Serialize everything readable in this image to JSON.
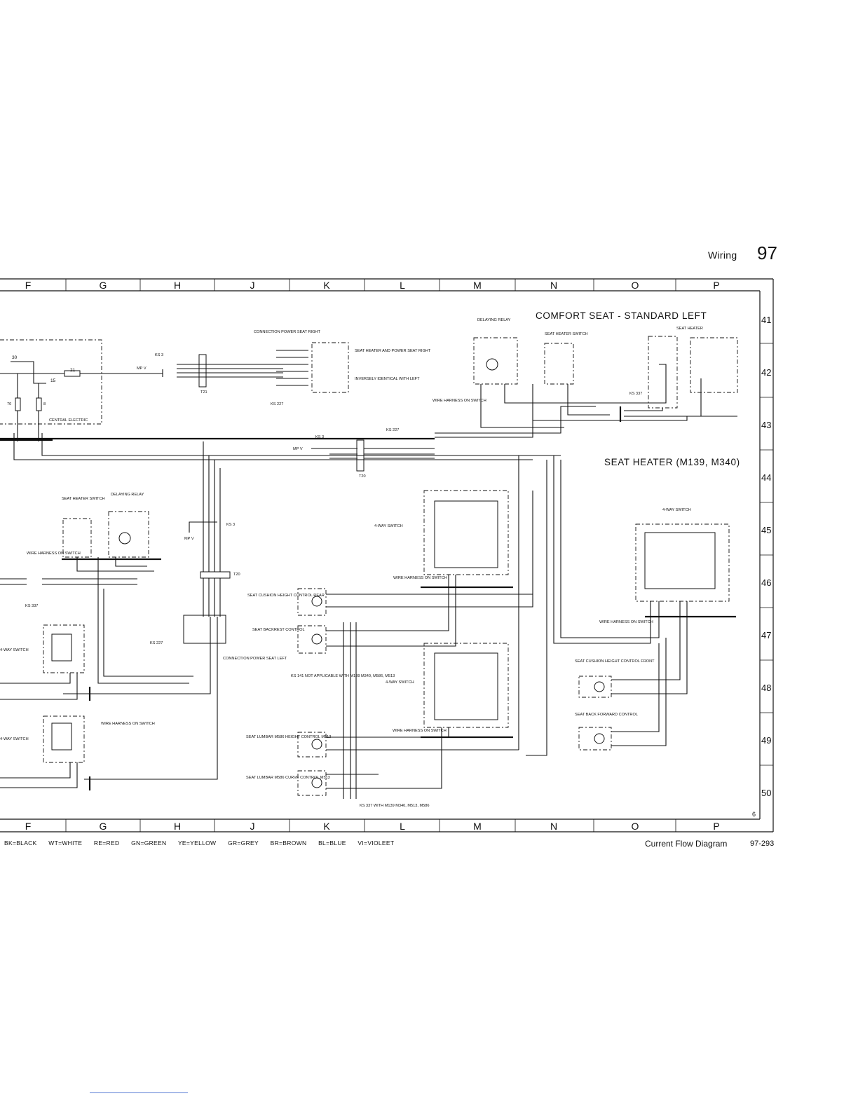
{
  "header": {
    "section_title": "Wiring",
    "page_number": "97"
  },
  "grid": {
    "columns": [
      "F",
      "G",
      "H",
      "J",
      "K",
      "L",
      "M",
      "N",
      "O",
      "P"
    ],
    "rows": [
      "41",
      "42",
      "43",
      "44",
      "45",
      "46",
      "47",
      "48",
      "49",
      "50"
    ]
  },
  "titles": {
    "comfort_seat": "COMFORT SEAT - STANDARD LEFT",
    "seat_heater": "SEAT HEATER (M139, M340)"
  },
  "labels": {
    "delaying_relay": "DELAYING RELAY",
    "seat_heater_switch": "SEAT HEATER SWITCH",
    "seat_heater": "SEAT HEATER",
    "connection_power_seat_right": "CONNECTION POWER SEAT RIGHT",
    "seat_heater_and_power_seat_right": "SEAT HEATER AND POWER SEAT RIGHT",
    "inversely_identical": "INVERSELY IDENTICAL WITH LEFT",
    "central_electric": "CENTRAL ELECTRIC",
    "wire_harness_on_switch": "WIRE HARNESS ON SWITCH",
    "four_way_switch": "4-WAY SWITCH",
    "seat_cushion_height_rear": "SEAT CUSHION HEIGHT CONTROL REAR",
    "seat_backrest_control": "SEAT BACKREST CONTROL",
    "seat_cushion_height_front": "SEAT CUSHION HEIGHT CONTROL FRONT",
    "seat_back_forward": "SEAT BACK FORWARD CONTROL",
    "seat_lumbar_height": "SEAT LUMBAR M586 HEIGHT CONTROL M513",
    "seat_lumbar_curve": "SEAT LUMBAR M586 CURVE CONTROL M513",
    "connection_power_seat_left": "CONNECTION POWER SEAT LEFT",
    "ks141_note": "KS 141 NOT APPLICABLE WITH M139 M340, M586, M513",
    "ks337_note": "KS 337 WITH M139 M340, M513, M586",
    "ks3": "KS 3",
    "ks227": "KS 227",
    "ks337": "KS 337",
    "ks141": "KS 141",
    "mpv": "MP V",
    "t21": "T21",
    "t20": "T20",
    "term30": "30",
    "term15": "15",
    "fuse21": "21",
    "fuse70": "70",
    "fuse8": "8"
  },
  "legend": [
    "BK=BLACK",
    "WT=WHITE",
    "RE=RED",
    "GN=GREEN",
    "YE=YELLOW",
    "GR=GREY",
    "BR=BROWN",
    "BL=BLUE",
    "VI=VIOLEET"
  ],
  "footer": {
    "caption": "Current Flow Diagram",
    "code": "97-293",
    "corner": "6"
  }
}
